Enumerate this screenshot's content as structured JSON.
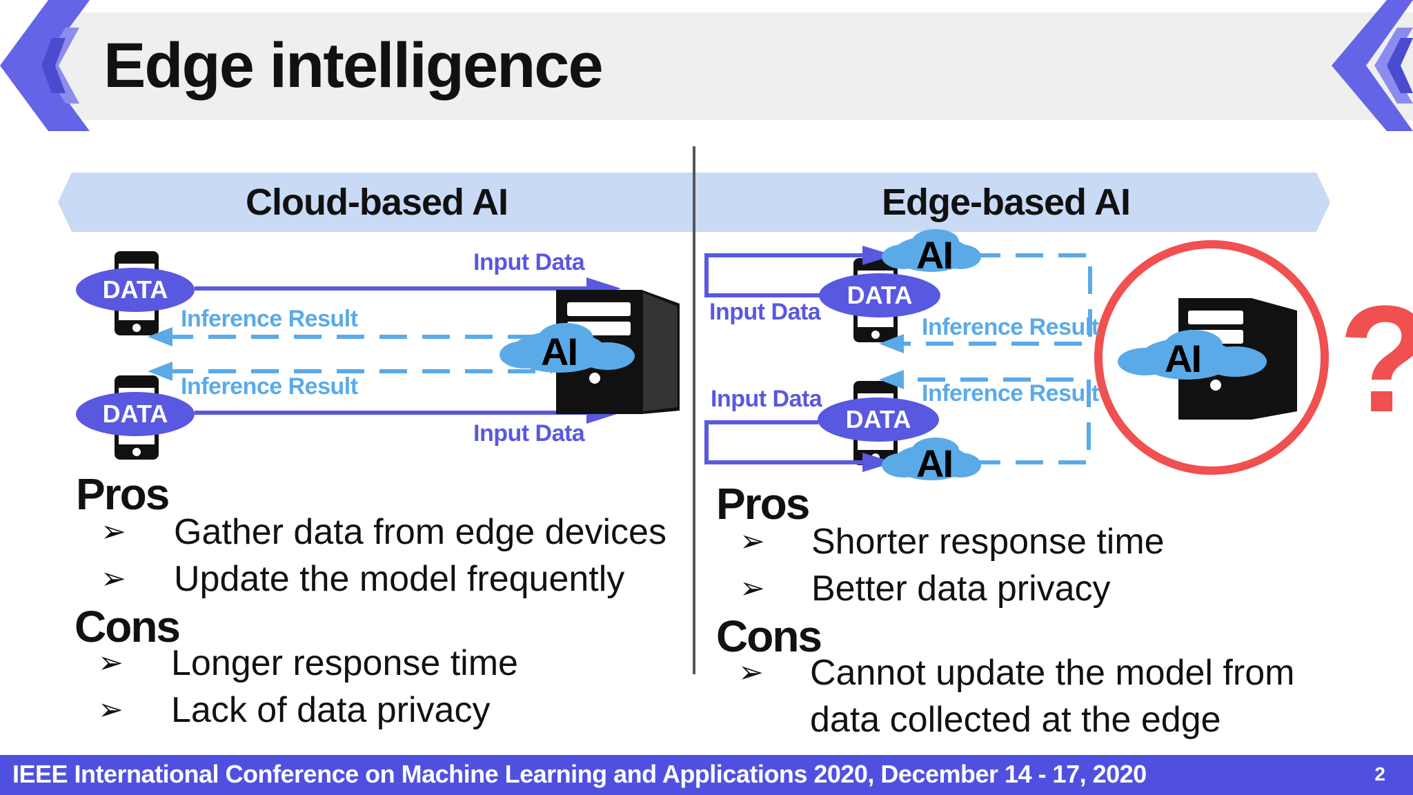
{
  "slide": {
    "title": "Edge intelligence",
    "page_number": "2"
  },
  "footer": {
    "text": "IEEE International Conference on Machine Learning and Applications 2020, December 14 - 17, 2020"
  },
  "colors": {
    "accent": "#5050e0",
    "dashed_arrow": "#5aaae8",
    "data_ellipse": "#5858e0",
    "cloud": "#5aaae8",
    "band": "#c9daf5",
    "question_mark": "#f05050"
  },
  "cloud_section": {
    "title": "Cloud-based AI",
    "data_label_1": "DATA",
    "data_label_2": "DATA",
    "ai_label": "AI",
    "input_data_1": "Input Data",
    "input_data_2": "Input Data",
    "inference_result_1": "Inference Result",
    "inference_result_2": "Inference Result",
    "pros_heading": "Pros",
    "pros": [
      "Gather data from edge devices",
      "Update the model frequently"
    ],
    "cons_heading": "Cons",
    "cons": [
      "Longer response time",
      "Lack of data privacy"
    ]
  },
  "edge_section": {
    "title": "Edge-based AI",
    "data_label_1": "DATA",
    "data_label_2": "DATA",
    "ai_label_top": "AI",
    "ai_label_bottom": "AI",
    "ai_label_server": "AI",
    "input_data_1": "Input Data",
    "input_data_2": "Input Data",
    "inference_result_1": "Inference Result",
    "inference_result_2": "Inference Result",
    "question_mark": "?",
    "pros_heading": "Pros",
    "pros": [
      "Shorter response time",
      "Better data privacy"
    ],
    "cons_heading": "Cons",
    "cons": [
      "Cannot update the model from",
      "data collected at the edge"
    ]
  },
  "bullet_symbol": "➢"
}
